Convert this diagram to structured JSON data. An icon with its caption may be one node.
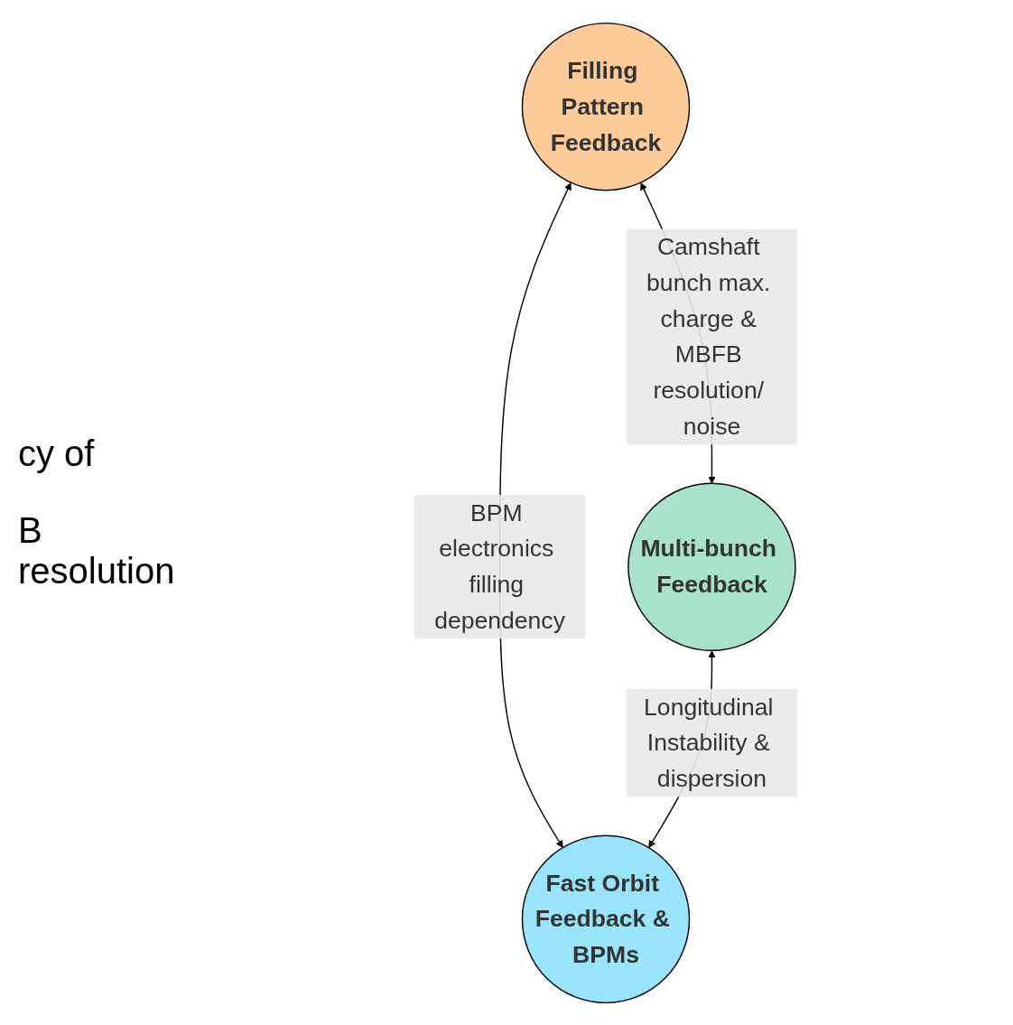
{
  "diagram": {
    "nodes": [
      {
        "text": [
          "Filling Pattern Feedback"
        ]
      },
      {
        "text": [
          "Multi-bunch Feedback"
        ]
      },
      {
        "text": [
          "Fast Orbit Feedback & BPMs"
        ]
      }
    ],
    "edges": [
      {
        "from": 0,
        "to": 1,
        "arrow": "both",
        "label": "Camshaft bunch max. charge & MBFB resolution/ noise"
      },
      {
        "from": 0,
        "to": 2,
        "arrow": "both",
        "label": "BPM electronics filling dependency"
      },
      {
        "from": 1,
        "to": 2,
        "arrow": "both",
        "label": "Longitudinal Instability & dispersion"
      }
    ],
    "labels": [
      "cy of",
      "B resolution"
    ]
  }
}
